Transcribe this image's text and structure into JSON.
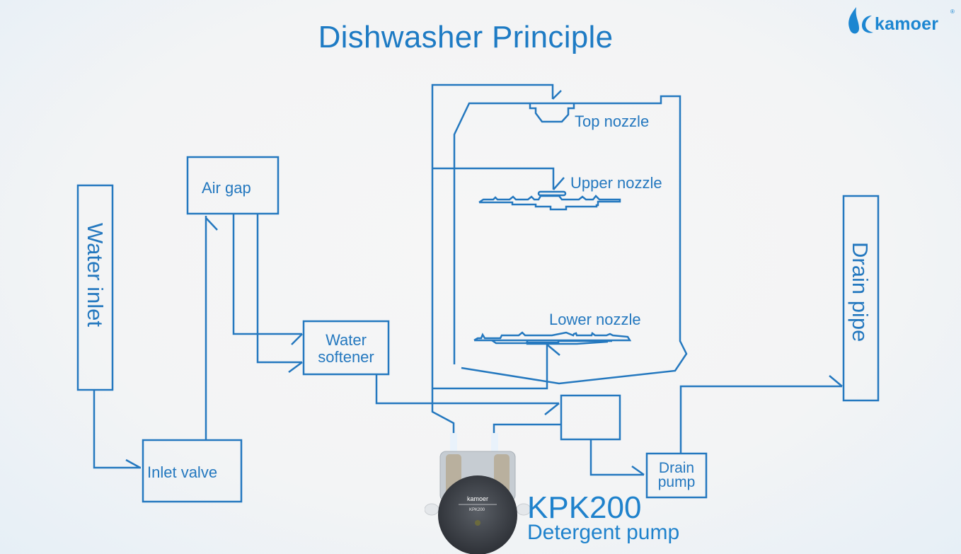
{
  "title": "Dishwasher Principle",
  "brand": {
    "name": "kamoer",
    "registered_mark": "®",
    "accent_color": "#1c86d1"
  },
  "line_color": "#2478bf",
  "components": {
    "water_inlet": "Water inlet",
    "air_gap": "Air gap",
    "inlet_valve": "Inlet valve",
    "water_softener": "Water softener",
    "top_nozzle": "Top nozzle",
    "upper_nozzle": "Upper nozzle",
    "lower_nozzle": "Lower nozzle",
    "drain_pipe": "Drain pipe",
    "drain_pump_line1": "Drain",
    "drain_pump_line2": "pump",
    "softener_line1": "Water",
    "softener_line2": "softener"
  },
  "product": {
    "model": "KPK200",
    "description": "Detergent pump",
    "device_label_brand": "kamoer",
    "device_label_model": "KPK200"
  }
}
